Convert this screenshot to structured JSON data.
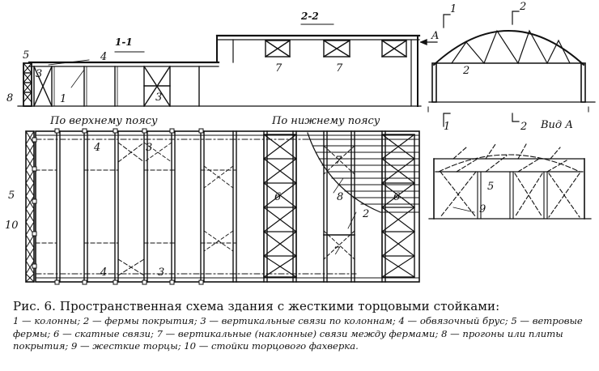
{
  "drawing": {
    "section_1_1": "1-1",
    "section_2_2": "2-2",
    "arrow_a": "A",
    "mark_1": "1",
    "mark_2": "2",
    "view_a": "Вид А",
    "upper_chord": "По верхнему поясу",
    "lower_chord": "По нижнему поясу",
    "n1": "1",
    "n2": "2",
    "n3": "3",
    "n4": "4",
    "n5": "5",
    "n6": "6",
    "n7": "7",
    "n8": "8",
    "n9": "9",
    "n10": "10"
  },
  "caption": {
    "title": "Рис. 6. Пространственная схема здания с жесткими торцовыми стойками:",
    "legend_1": "1 — колонны; 2 — фермы покрытия; 3 — вертикальные связи по колоннам; 4 — обвязочный брус; 5 — ветровые фермы; 6 — скатные связи; 7 — вертикальные (наклонные) связи между фермами; 8 — прогоны или плиты покрытия; 9 — жесткие торцы; 10 — стойки торцового фахверка."
  }
}
